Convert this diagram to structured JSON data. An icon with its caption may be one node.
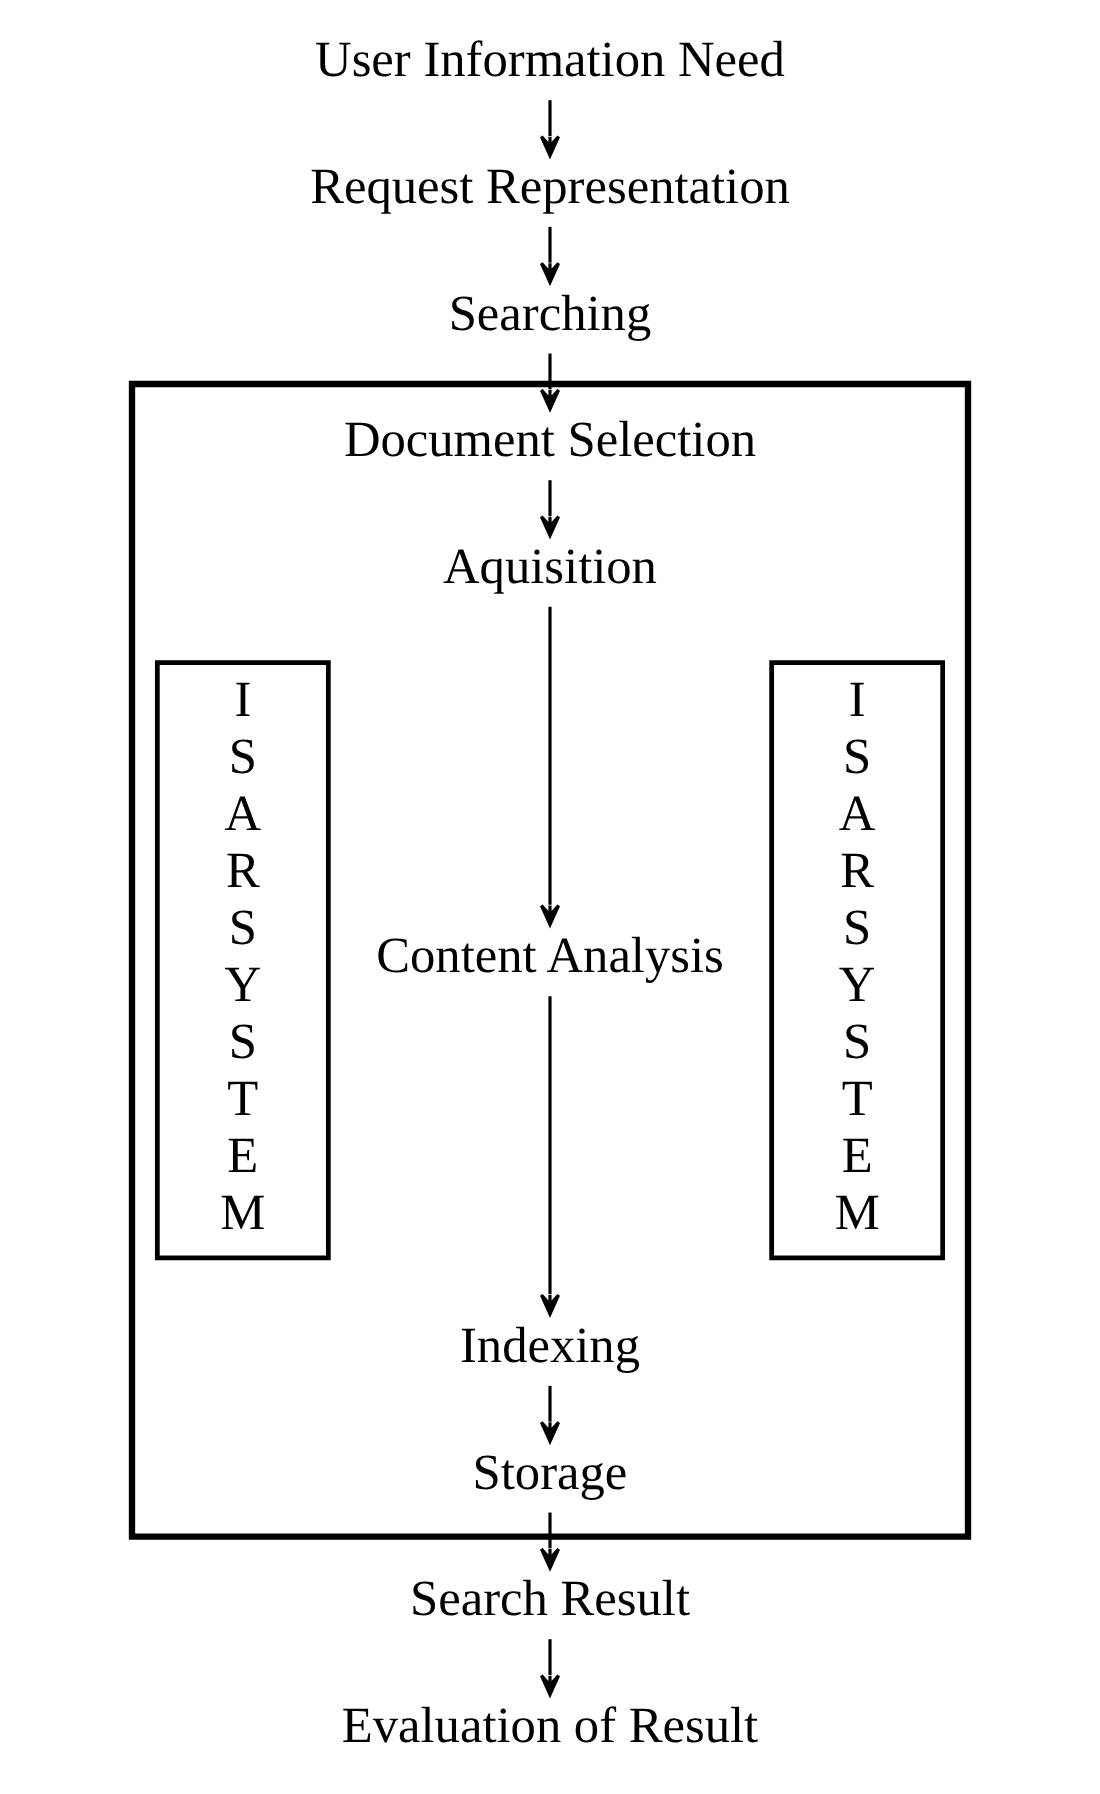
{
  "diagram": {
    "nodes": [
      {
        "text": [
          "User Information Need"
        ]
      },
      {
        "text": [
          "Request Representation"
        ]
      },
      {
        "text": [
          "Searching"
        ]
      },
      {
        "text": [],
        "shape": "box"
      },
      {
        "text": [
          "I S A R S Y S T E M"
        ],
        "in": 3
      },
      {
        "text": [
          "Document Selection"
        ],
        "in": 3
      },
      {
        "text": [
          "Aquisition"
        ],
        "in": 3
      },
      {
        "text": [
          "Content Analysis"
        ],
        "in": 3
      },
      {
        "text": [
          "Indexing"
        ],
        "in": 3
      },
      {
        "text": [
          "Storage"
        ],
        "in": 3
      },
      {
        "text": [
          "I S A R S Y S T E M"
        ],
        "in": 3
      },
      {
        "text": [
          "Search Result"
        ]
      },
      {
        "text": [
          "Evaluation of Result"
        ]
      }
    ],
    "edges": [
      {
        "from": 0,
        "to": 1,
        "arrow": "to"
      },
      {
        "from": 1,
        "to": 2,
        "arrow": "to"
      },
      {
        "from": 2,
        "to": 5,
        "arrow": "to"
      },
      {
        "from": 5,
        "to": 6,
        "arrow": "to"
      },
      {
        "from": 6,
        "to": 7,
        "arrow": "to"
      },
      {
        "from": 7,
        "to": 8,
        "arrow": "to"
      },
      {
        "from": 8,
        "to": 9,
        "arrow": "to"
      },
      {
        "from": 9,
        "to": 11,
        "arrow": "to"
      },
      {
        "from": 11,
        "to": 12,
        "arrow": "to"
      }
    ]
  }
}
